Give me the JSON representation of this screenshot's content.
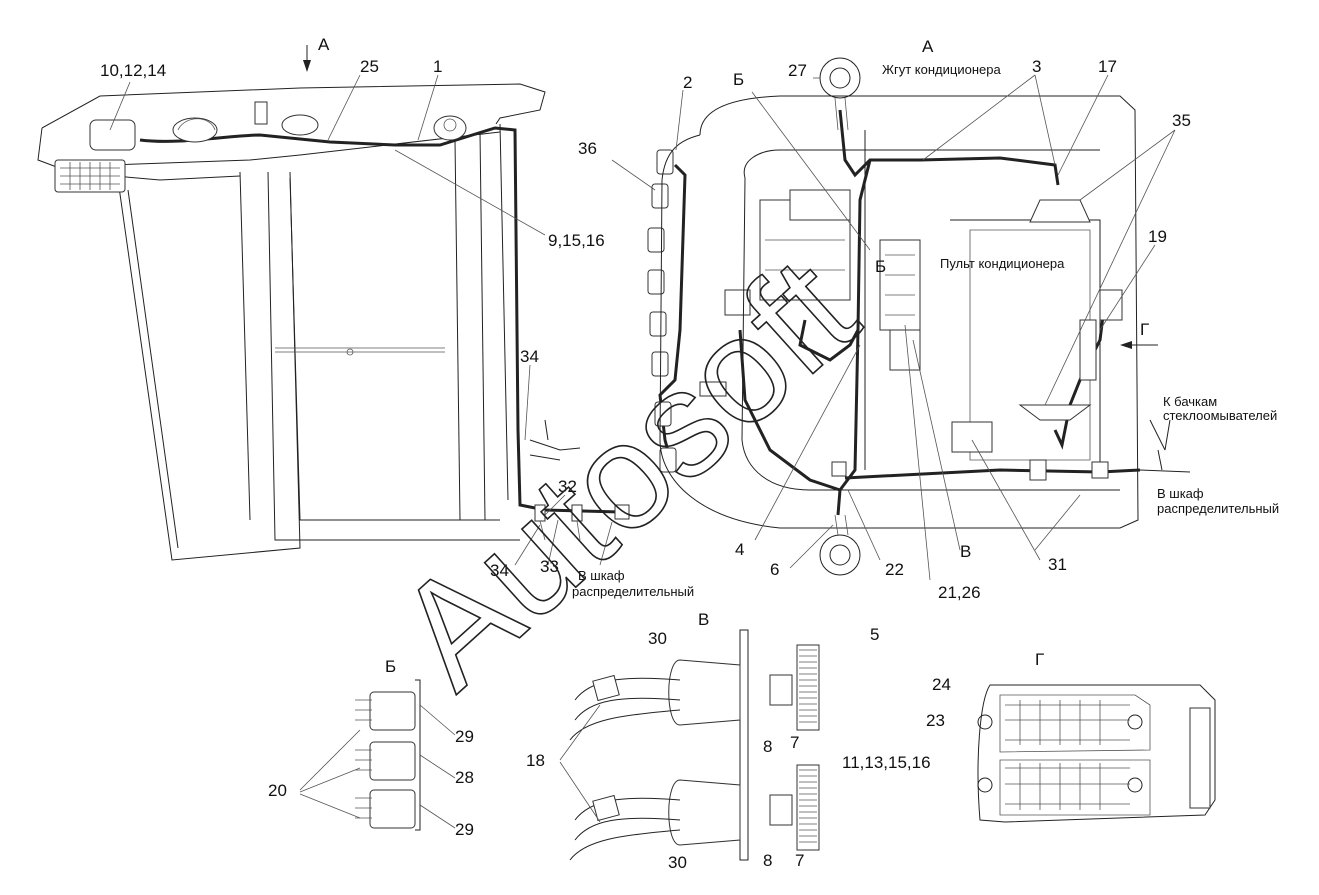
{
  "labels": {
    "A_left": "А",
    "A_right": "А",
    "B_top": "Б",
    "B_mid": "Б",
    "B_detail": "Б",
    "V_mark": "В",
    "V_detail": "В",
    "G_mark": "Г",
    "G_detail": "Г",
    "n10_12_14": "10,12,14",
    "n25": "25",
    "n1": "1",
    "n9_15_16": "9,15,16",
    "n2": "2",
    "n36": "36",
    "n27": "27",
    "n3": "3",
    "n17": "17",
    "n35": "35",
    "n19": "19",
    "n34a": "34",
    "n34b": "34",
    "n32": "32",
    "n33": "33",
    "n4": "4",
    "n6": "6",
    "n5": "5",
    "n22": "22",
    "n21_26": "21,26",
    "n31": "31",
    "n29a": "29",
    "n28": "28",
    "n29b": "29",
    "n20": "20",
    "n30a": "30",
    "n30b": "30",
    "n18": "18",
    "n8a": "8",
    "n8b": "8",
    "n7a": "7",
    "n7b": "7",
    "n24": "24",
    "n23": "23",
    "n11_13_15_16": "11,13,15,16"
  },
  "notes": {
    "harness_ac": "Жгут кондиционера",
    "ac_panel": "Пульт кондиционера",
    "washer_tanks_1": "К бачкам",
    "washer_tanks_2": "стеклоомывателей",
    "to_cabinet_right_1": "В шкаф",
    "to_cabinet_right_2": "распределительный",
    "to_cabinet_left_1": "В шкаф",
    "to_cabinet_left_2": "распределительный"
  },
  "watermark": "Autosoft"
}
